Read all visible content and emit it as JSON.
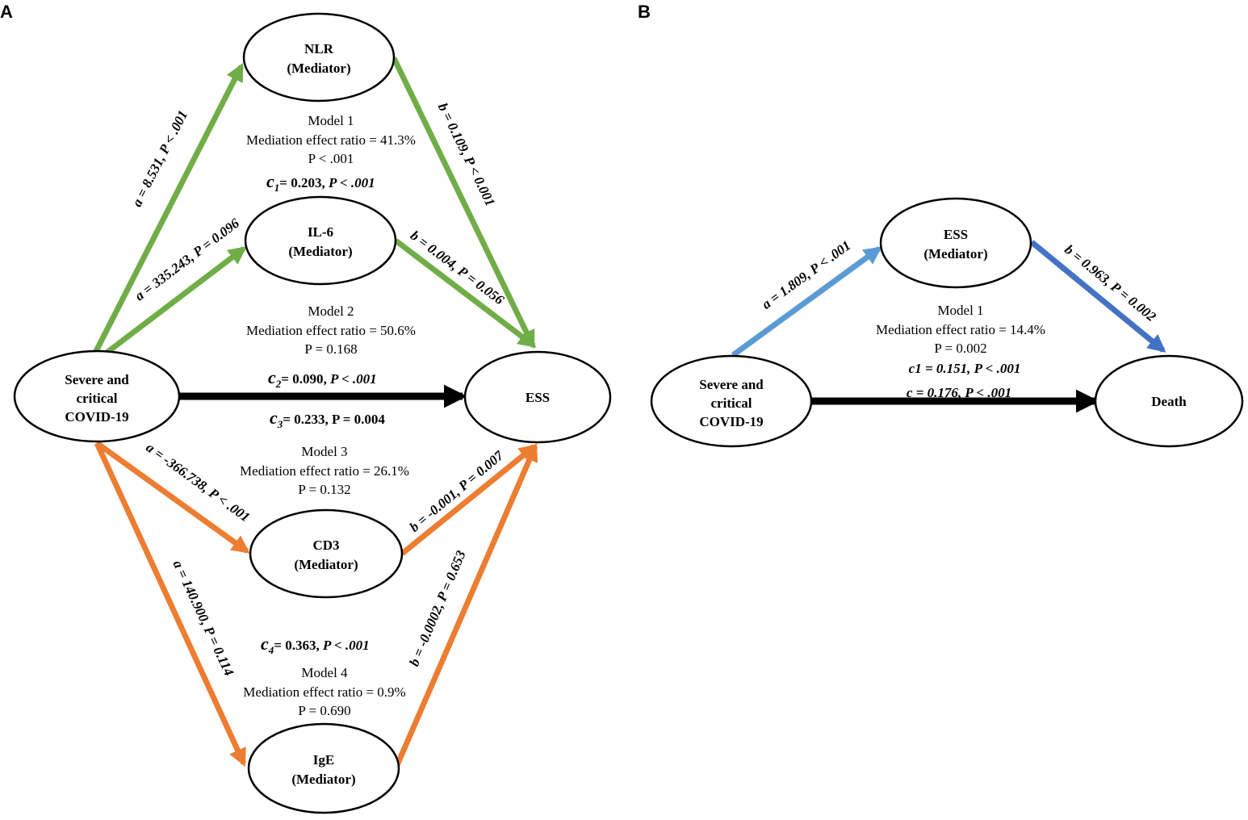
{
  "colors": {
    "green": "#70ad47",
    "orange": "#ed7d31",
    "black": "#000000",
    "light_blue": "#5b9bd5",
    "blue": "#4472c4"
  },
  "panel_a": {
    "label": "A",
    "nodes": {
      "nlr": [
        "NLR",
        "(Mediator)"
      ],
      "il6": [
        "IL-6",
        "(Mediator)"
      ],
      "x": [
        "Severe and",
        "critical",
        "COVID-19"
      ],
      "ess": [
        "ESS"
      ],
      "cd3": [
        "CD3",
        "(Mediator)"
      ],
      "ige": [
        "IgE",
        "(Mediator)"
      ]
    },
    "models": [
      {
        "lines": [
          "Model 1",
          "Mediation effect ratio = 41.3%",
          "P < .001"
        ]
      },
      {
        "lines": [
          "Model 2",
          "Mediation effect ratio = 50.6%",
          "P = 0.168"
        ]
      },
      {
        "lines": [
          "Model 3",
          "Mediation effect ratio = 26.1%",
          "P = 0.132"
        ]
      },
      {
        "lines": [
          "Model 4",
          "Mediation effect ratio = 0.9%",
          "P = 0.690"
        ]
      }
    ],
    "c_labels": {
      "c1": {
        "sym": "c",
        "sub": "1",
        "value": "= 0.203, ",
        "p": "P < .001"
      },
      "c2": {
        "sym": "c",
        "sub": "2",
        "value": "= 0.090, ",
        "p": "P < .001"
      },
      "c3": {
        "sym": "c",
        "sub": "3",
        "value": "= 0.233, ",
        "p": "P = 0.004"
      },
      "c4": {
        "sym": "c",
        "sub": "4",
        "value": "= 0.363, ",
        "p": "P < .001"
      }
    },
    "paths": {
      "a_nlr": "a = 8.531, P < .001",
      "b_nlr": "b = 0.109, P < 0.001",
      "a_il6": "a = 335.243, P = 0.096",
      "b_il6": "b = 0.004, P = 0.056",
      "a_cd3": "a = -366.738, P < .001",
      "b_cd3": "b = -0.001, P = 0.007",
      "a_ige": "a = 140.900, P = 0.114",
      "b_ige": "b = -0.0002, P = 0.653"
    }
  },
  "panel_b": {
    "label": "B",
    "nodes": {
      "ess": [
        "ESS",
        "(Mediator)"
      ],
      "x": [
        "Severe and",
        "critical",
        "COVID-19"
      ],
      "death": [
        "Death"
      ]
    },
    "model": {
      "lines": [
        "Model 1",
        "Mediation effect ratio = 14.4%",
        "P = 0.002"
      ]
    },
    "c1": "c1 = 0.151, P < .001",
    "c": "c = 0.176, P < .001",
    "paths": {
      "a": "a = 1.809, P < .001",
      "b": "b = 0.963, P = 0.002"
    }
  }
}
